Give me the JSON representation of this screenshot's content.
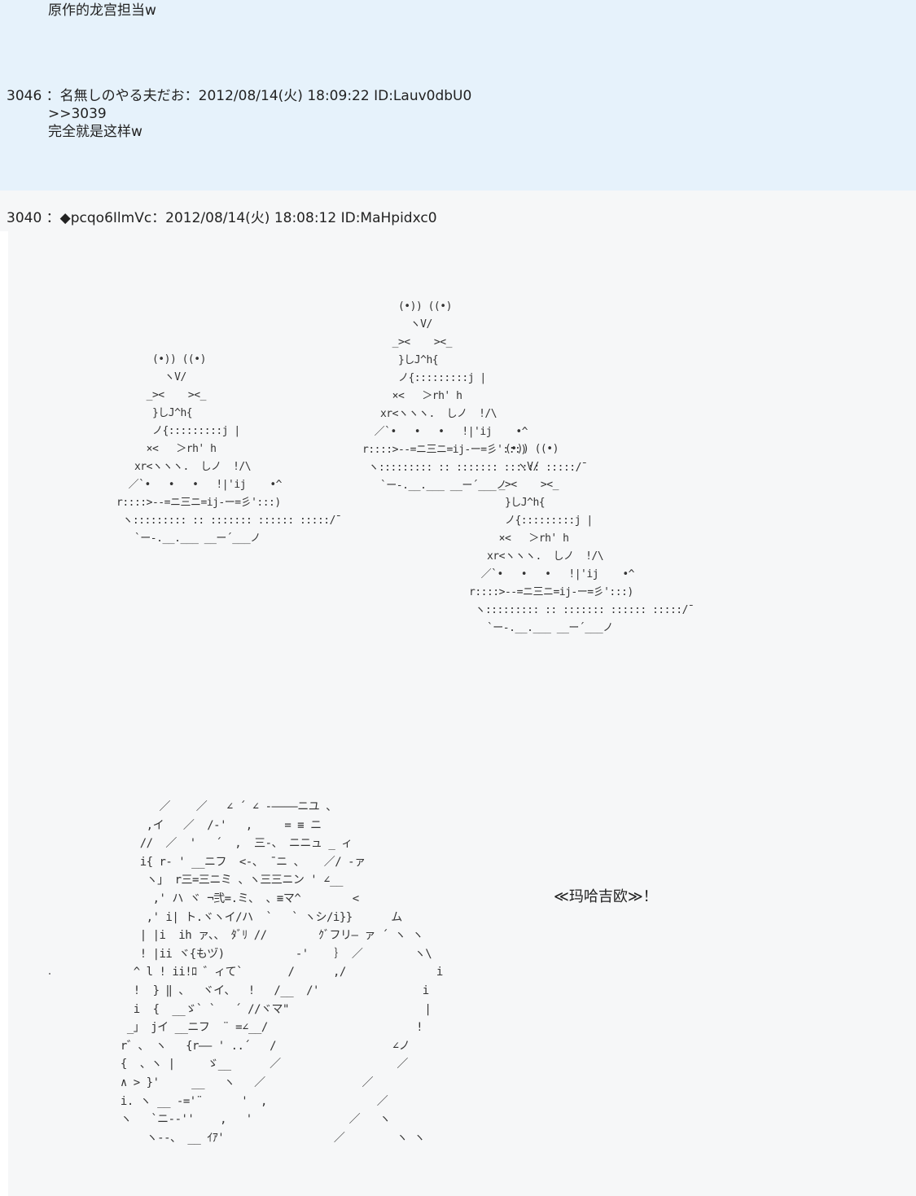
{
  "posts": [
    {
      "body_lines": [
        "原作的龙宫担当w"
      ]
    },
    {
      "number": "3046",
      "sep": "：",
      "name": "名無しのやる夫だお",
      "date": "2012/08/14(火) 18:09:22",
      "id": "ID:Lauv0dbU0",
      "body_lines": [
        ">>3039",
        "完全就是这样w"
      ]
    },
    {
      "number": "3040",
      "sep": "：",
      "name": "◆pcqo6IlmVc",
      "date": "2012/08/14(火) 18:08:12",
      "id": "ID:MaHpidxc0",
      "art": {
        "creature_left": "      (•)) ((•)\n        ヽV/\n     _><    ><_\n      }しJ^h{\n      ノ{:::::::::j |\n     ×<   ＞rh' h\n   xr<ヽヽヽ.  しノ  !/\\\n  ／`•   •   •   !|'ij    •^\nr::::>--=ニ三ニ=ij-ー=彡':::)\n ヽ::::::::: :: ::::::: :::::: :::::/¯\n   `ー-.__.___ __ー´___ノ",
        "creature_mid": "      (•)) ((•)\n        ヽV/\n     _><    ><_\n      }しJ^h{\n      ノ{:::::::::j |\n     ×<   ＞rh' h\n   xr<ヽヽヽ.  しノ  !/\\\n  ／`•   •   •   !|'ij    •^\nr::::>--=ニ三ニ=ij-ー=彡':::)\n ヽ::::::::: :: ::::::: :::::: :::::/¯\n   `ー-.__.___ __ー´___ノ",
        "creature_right": "      (•)) ((•)\n        ヽV/\n     _><    ><_\n      }しJ^h{\n      ノ{:::::::::j |\n     ×<   ＞rh' h\n   xr<ヽヽヽ.  しノ  !/\\\n  ／`•   •   •   !|'ij    •^\nr::::>--=ニ三ニ=ij-ー=彡':::)\n ヽ::::::::: :: ::::::: :::::: :::::/¯\n   `ー-.__.___ __ー´___ノ",
        "figure": "       ／    ／   ∠ ´ ∠ -――――ニユ 、\n     ,イ   ／  /-'   ,     = ≡ ニ\n    //  ／  '   ´  ,  三-、 ニニュ _ ィ\n    i{ r- ' __ニフ  <-、 ̄ ニ 、   ／/ -ァ\n     ヽ」 r三=三ニミ 、ヽ三三ニン ' ∠__\n      ,' ハ ヾ ¬弐=.ミ、 、≡マ^        <\n     ,' i| ト.ヾヽイ/ハ  `   ` ヽシ/i}}      ム\n    | |i  ih ァ、、 ﾀﾞﾘ //        ｸﾞフリ― ァ ´ ヽ ヽ\n    ! |ii ヾ{もヅ)           -'    ｝ ／        ヽ\\\n   ^ l ! ii!ﾛ ゛ィて`       /      ,/              i\n   !  } ‖ 、  ヾイ、  !   /__  /'                i\n   i  {  __ゞ` `   ´ //ヾマ\"                     |\n  _」 jイ __ニフ  ¨ =∠__/                       !\n r゛、 ヽ   {r―― ' ..´   /                  ∠ノ\n {  、ヽ |     ゞ__      ／                  ／\n ∧ > }'     __   ヽ   ／               ／\n i. ヽ __ -='¨      '  ,                 ／\n ヽ   `ニ--''    ,   '               ／   ヽ\n     ヽ--、 __ ｲｱ'                 ／        ヽ ヽ"
      },
      "caption": "≪玛哈吉欧≫！"
    }
  ]
}
